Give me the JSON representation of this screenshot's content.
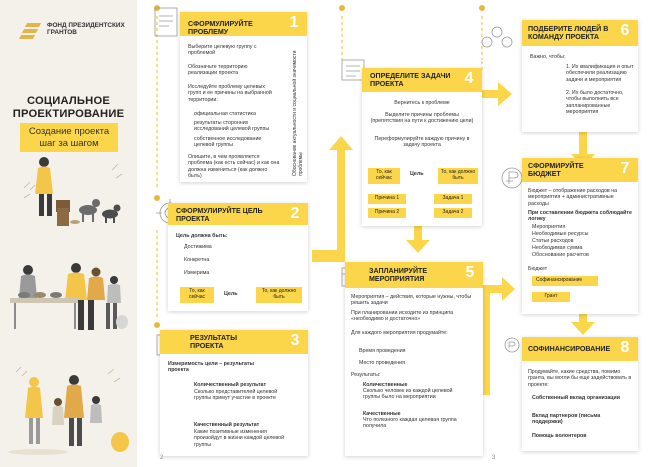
{
  "brand": {
    "logo_text": "ФОНД ПРЕЗИДЕНТСКИХ ГРАНТОВ",
    "accent": "#fbd64a",
    "accent_dark": "#e7b93a"
  },
  "header": {
    "title": "СОЦИАЛЬНОЕ ПРОЕКТИРОВАНИЕ",
    "subtitle": "Создание проекта шаг за шагом"
  },
  "pages": {
    "left": "2",
    "right": "3"
  },
  "steps": {
    "s1": {
      "num": "1",
      "title": "СФОРМУЛИРУЙТЕ ПРОБЛЕМУ",
      "t1": "Выберите целевую группу с проблемой",
      "t2": "Обозначьте территорию реализации проекта",
      "t3": "Исследуйте проблему целевых групп и ее причины на выбранной территории:",
      "b1": "официальная статистика",
      "b2": "результаты сторонних исследований целевой группы",
      "b3": "собственное исследование целевой группы",
      "t4": "Опишите, в чем проявляется проблема (как есть сейчас) и как она должна измениться (как должно быть)",
      "side": "Обоснование актуальности и социальной значимости проблемы"
    },
    "s2": {
      "num": "2",
      "title": "СФОРМУЛИРУЙТЕ ЦЕЛЬ ПРОЕКТА",
      "t1": "Цель должна быть:",
      "b1": "Достижима",
      "b2": "Конкретна",
      "b3": "Измерима",
      "now": "То, как сейчас",
      "goal": "Цель",
      "should": "То, как должно быть"
    },
    "s3": {
      "num": "3",
      "title": "РЕЗУЛЬТАТЫ ПРОЕКТА",
      "t1": "Измеримость цели – результаты проекта",
      "q1": "Количественный результат",
      "q1d": "Сколько представителей целевой группы примут участие в проекте",
      "q2": "Качественный результат",
      "q2d": "Какие позитивные изменения произойдут в жизни каждой целевой группы"
    },
    "s4": {
      "num": "4",
      "title": "ОПРЕДЕЛИТЕ ЗАДАЧИ ПРОЕКТА",
      "t1": "Вернитесь к проблеме",
      "t2": "Выделите причины проблемы (препятствия на пути к достижению цели)",
      "t3": "Переформулируйте каждую причину в задачу проекта",
      "now": "То, как сейчас",
      "goal": "Цель",
      "should": "То, как должно быть",
      "c1": "Причина 1",
      "c2": "Причина 2",
      "k1": "Задача 1",
      "k2": "Задача 2"
    },
    "s5": {
      "num": "5",
      "title": "ЗАПЛАНИРУЙТЕ МЕРОПРИЯТИЯ",
      "t1": "Мероприятия – действия, которые нужны, чтобы решить задачи",
      "t2": "При планировании исходите из принципа «необходимо и достаточно»",
      "t3": "Для каждого мероприятия продумайте:",
      "b1": "Время проведения",
      "b2": "Место проведения",
      "t4": "Результаты:",
      "r1": "Количественные",
      "r1d": "Сколько человек из каждой целевой группы было на мероприятии",
      "r2": "Качественные",
      "r2d": "Что полезного каждая целевая группа получила"
    },
    "s6": {
      "num": "6",
      "title": "ПОДБЕРИТЕ ЛЮДЕЙ В КОМАНДУ ПРОЕКТА",
      "t1": "Важно, чтобы:",
      "p1": "1. Их квалификация и опыт обеспечили реализацию задачи и мероприятия",
      "p2": "2. Их было достаточно, чтобы выполнить все запланированные мероприятия"
    },
    "s7": {
      "num": "7",
      "title": "СФОРМИРУЙТЕ БЮДЖЕТ",
      "t1": "Бюджет – отображение расходов на мероприятия + административные расходы",
      "t2": "При составлении бюджета соблюдайте логику",
      "b1": "Мероприятия",
      "b2": "Необходимые ресурсы",
      "b3": "Статьи расходов",
      "b4": "Необходимая сумма",
      "b5": "Обоснование расчетов",
      "t3": "Бюджет",
      "f1": "Софинансирование",
      "f2": "Грант"
    },
    "s8": {
      "num": "8",
      "title": "СОФИНАНСИРОВАНИЕ",
      "t1": "Продумайте, какие средства, помимо гранта, вы могли бы еще задействовать в проекте:",
      "b1": "Собственный вклад организации",
      "b2": "Вклад партнеров (письма поддержки)",
      "b3": "Помощь волонтеров"
    }
  }
}
